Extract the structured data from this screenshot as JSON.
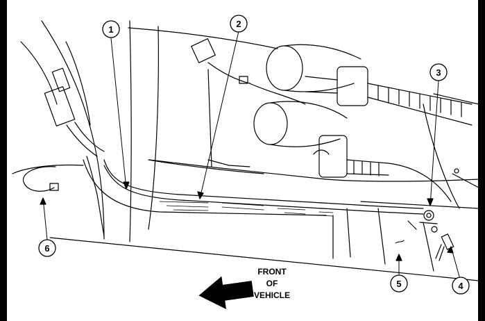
{
  "diagram": {
    "callouts": [
      {
        "id": "callout-1",
        "label": "1"
      },
      {
        "id": "callout-2",
        "label": "2"
      },
      {
        "id": "callout-3",
        "label": "3"
      },
      {
        "id": "callout-4",
        "label": "4"
      },
      {
        "id": "callout-5",
        "label": "5"
      },
      {
        "id": "callout-6",
        "label": "6"
      }
    ],
    "direction_label": {
      "line1": "FRONT",
      "line2": "OF",
      "line3": "VEHICLE"
    }
  }
}
